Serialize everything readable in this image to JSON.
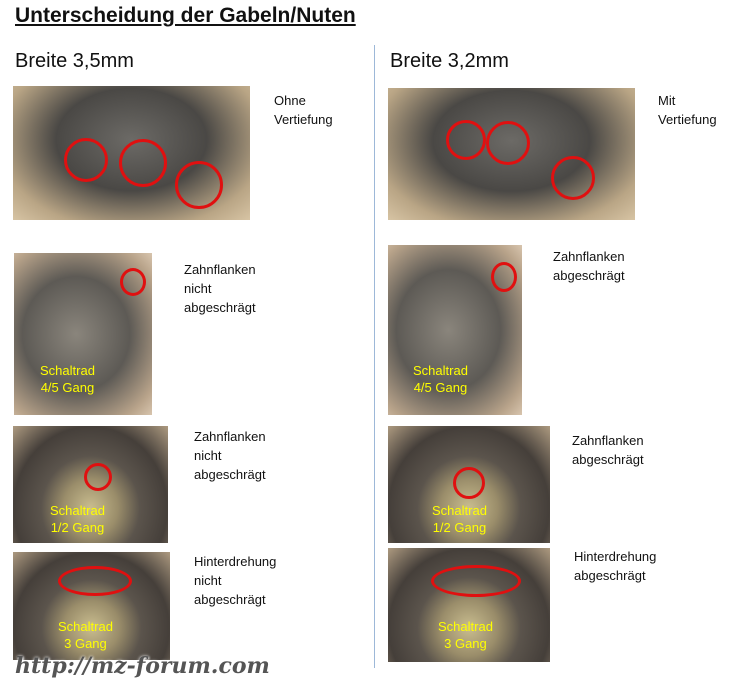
{
  "title": "Unterscheidung der Gabeln/Nuten",
  "left": {
    "heading": "Breite 3,5mm",
    "notes": [
      "Ohne\nVertiefung",
      "Zahnflanken\nnicht\nabgeschrägt",
      "Zahnflanken\nnicht\nabgeschrägt",
      "Hinterdrehung\nnicht\nabgeschrägt"
    ],
    "labels": [
      "Schaltrad\n4/5 Gang",
      "Schaltrad\n1/2 Gang",
      "Schaltrad\n3 Gang"
    ]
  },
  "right": {
    "heading": "Breite 3,2mm",
    "notes": [
      "Mit\nVertiefung",
      "Zahnflanken\nabgeschrägt",
      "Zahnflanken\nabgeschrägt",
      "Hinterdrehung\nabgeschrägt"
    ],
    "labels": [
      "Schaltrad\n4/5 Gang",
      "Schaltrad\n1/2 Gang",
      "Schaltrad\n3 Gang"
    ]
  },
  "watermark": "http://mz-forum.com",
  "colors": {
    "highlight": "#e01010",
    "label": "#ffff00",
    "divider": "#9db8d8"
  }
}
